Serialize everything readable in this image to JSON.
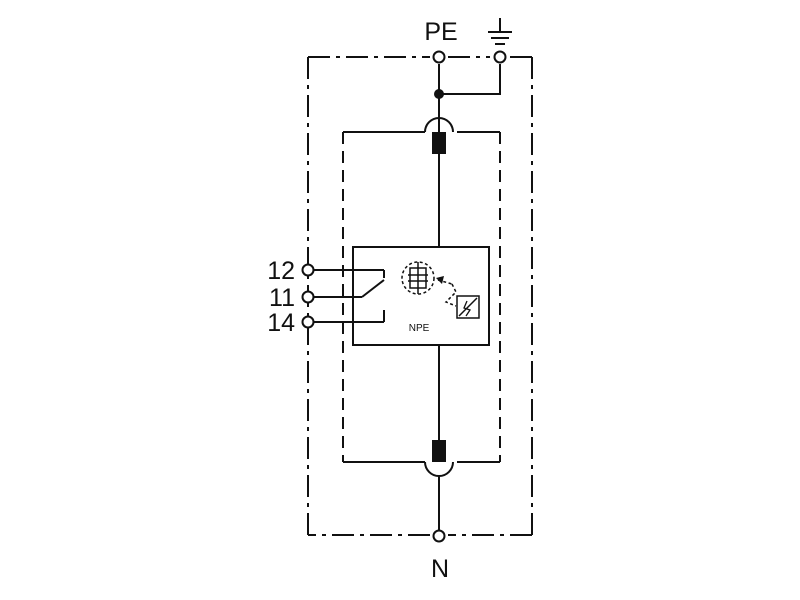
{
  "labels": {
    "pe": "PE",
    "n": "N",
    "contact_12": "12",
    "contact_11": "11",
    "contact_14": "14",
    "module": "NPE"
  },
  "colors": {
    "line": "#111111",
    "background": "#ffffff"
  },
  "icons": [
    "ground-icon",
    "spark-gap-icon",
    "thermal-disconnector-icon",
    "signal-contact-switch-icon"
  ]
}
